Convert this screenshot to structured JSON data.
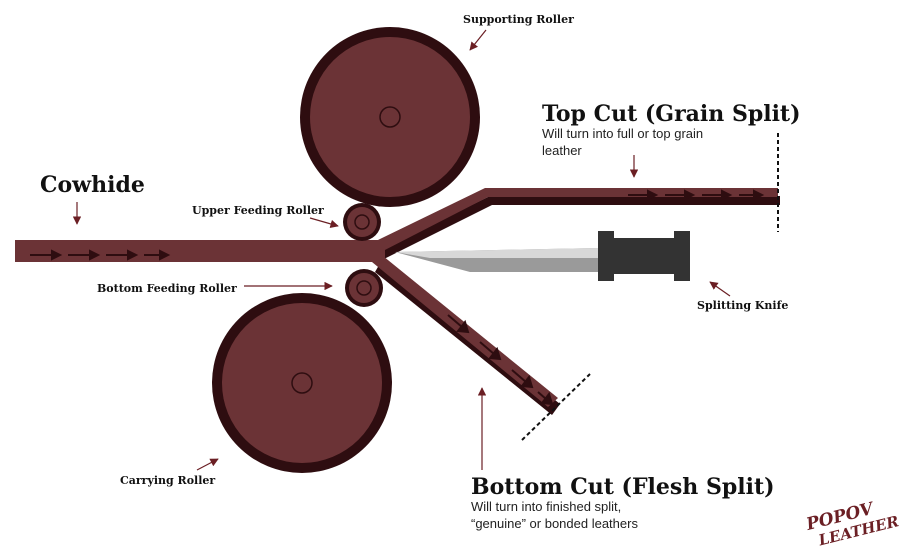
{
  "labels": {
    "supporting_roller": "Supporting Roller",
    "top_cut_title": "Top Cut (Grain Split)",
    "top_cut_desc_line1": "Will turn into full or top grain",
    "top_cut_desc_line2": "leather",
    "cowhide": "Cowhide",
    "upper_feeding_roller": "Upper Feeding Roller",
    "bottom_feeding_roller": "Bottom Feeding Roller",
    "splitting_knife": "Splitting Knife",
    "carrying_roller": "Carrying Roller",
    "bottom_cut_title": "Bottom Cut (Flesh Split)",
    "bottom_cut_desc_line1": "Will turn into finished split,",
    "bottom_cut_desc_line2": "“genuine” or bonded leathers"
  },
  "logo": {
    "line1": "POPOV",
    "line2": "LEATHER"
  },
  "colors": {
    "leather": "#6b3336",
    "leather_dark": "#2e0d10",
    "arrow": "#6b1f24",
    "knife_handle": "#333333",
    "blade_light": "#d8d8d8",
    "blade_dark": "#9a9a9a"
  }
}
